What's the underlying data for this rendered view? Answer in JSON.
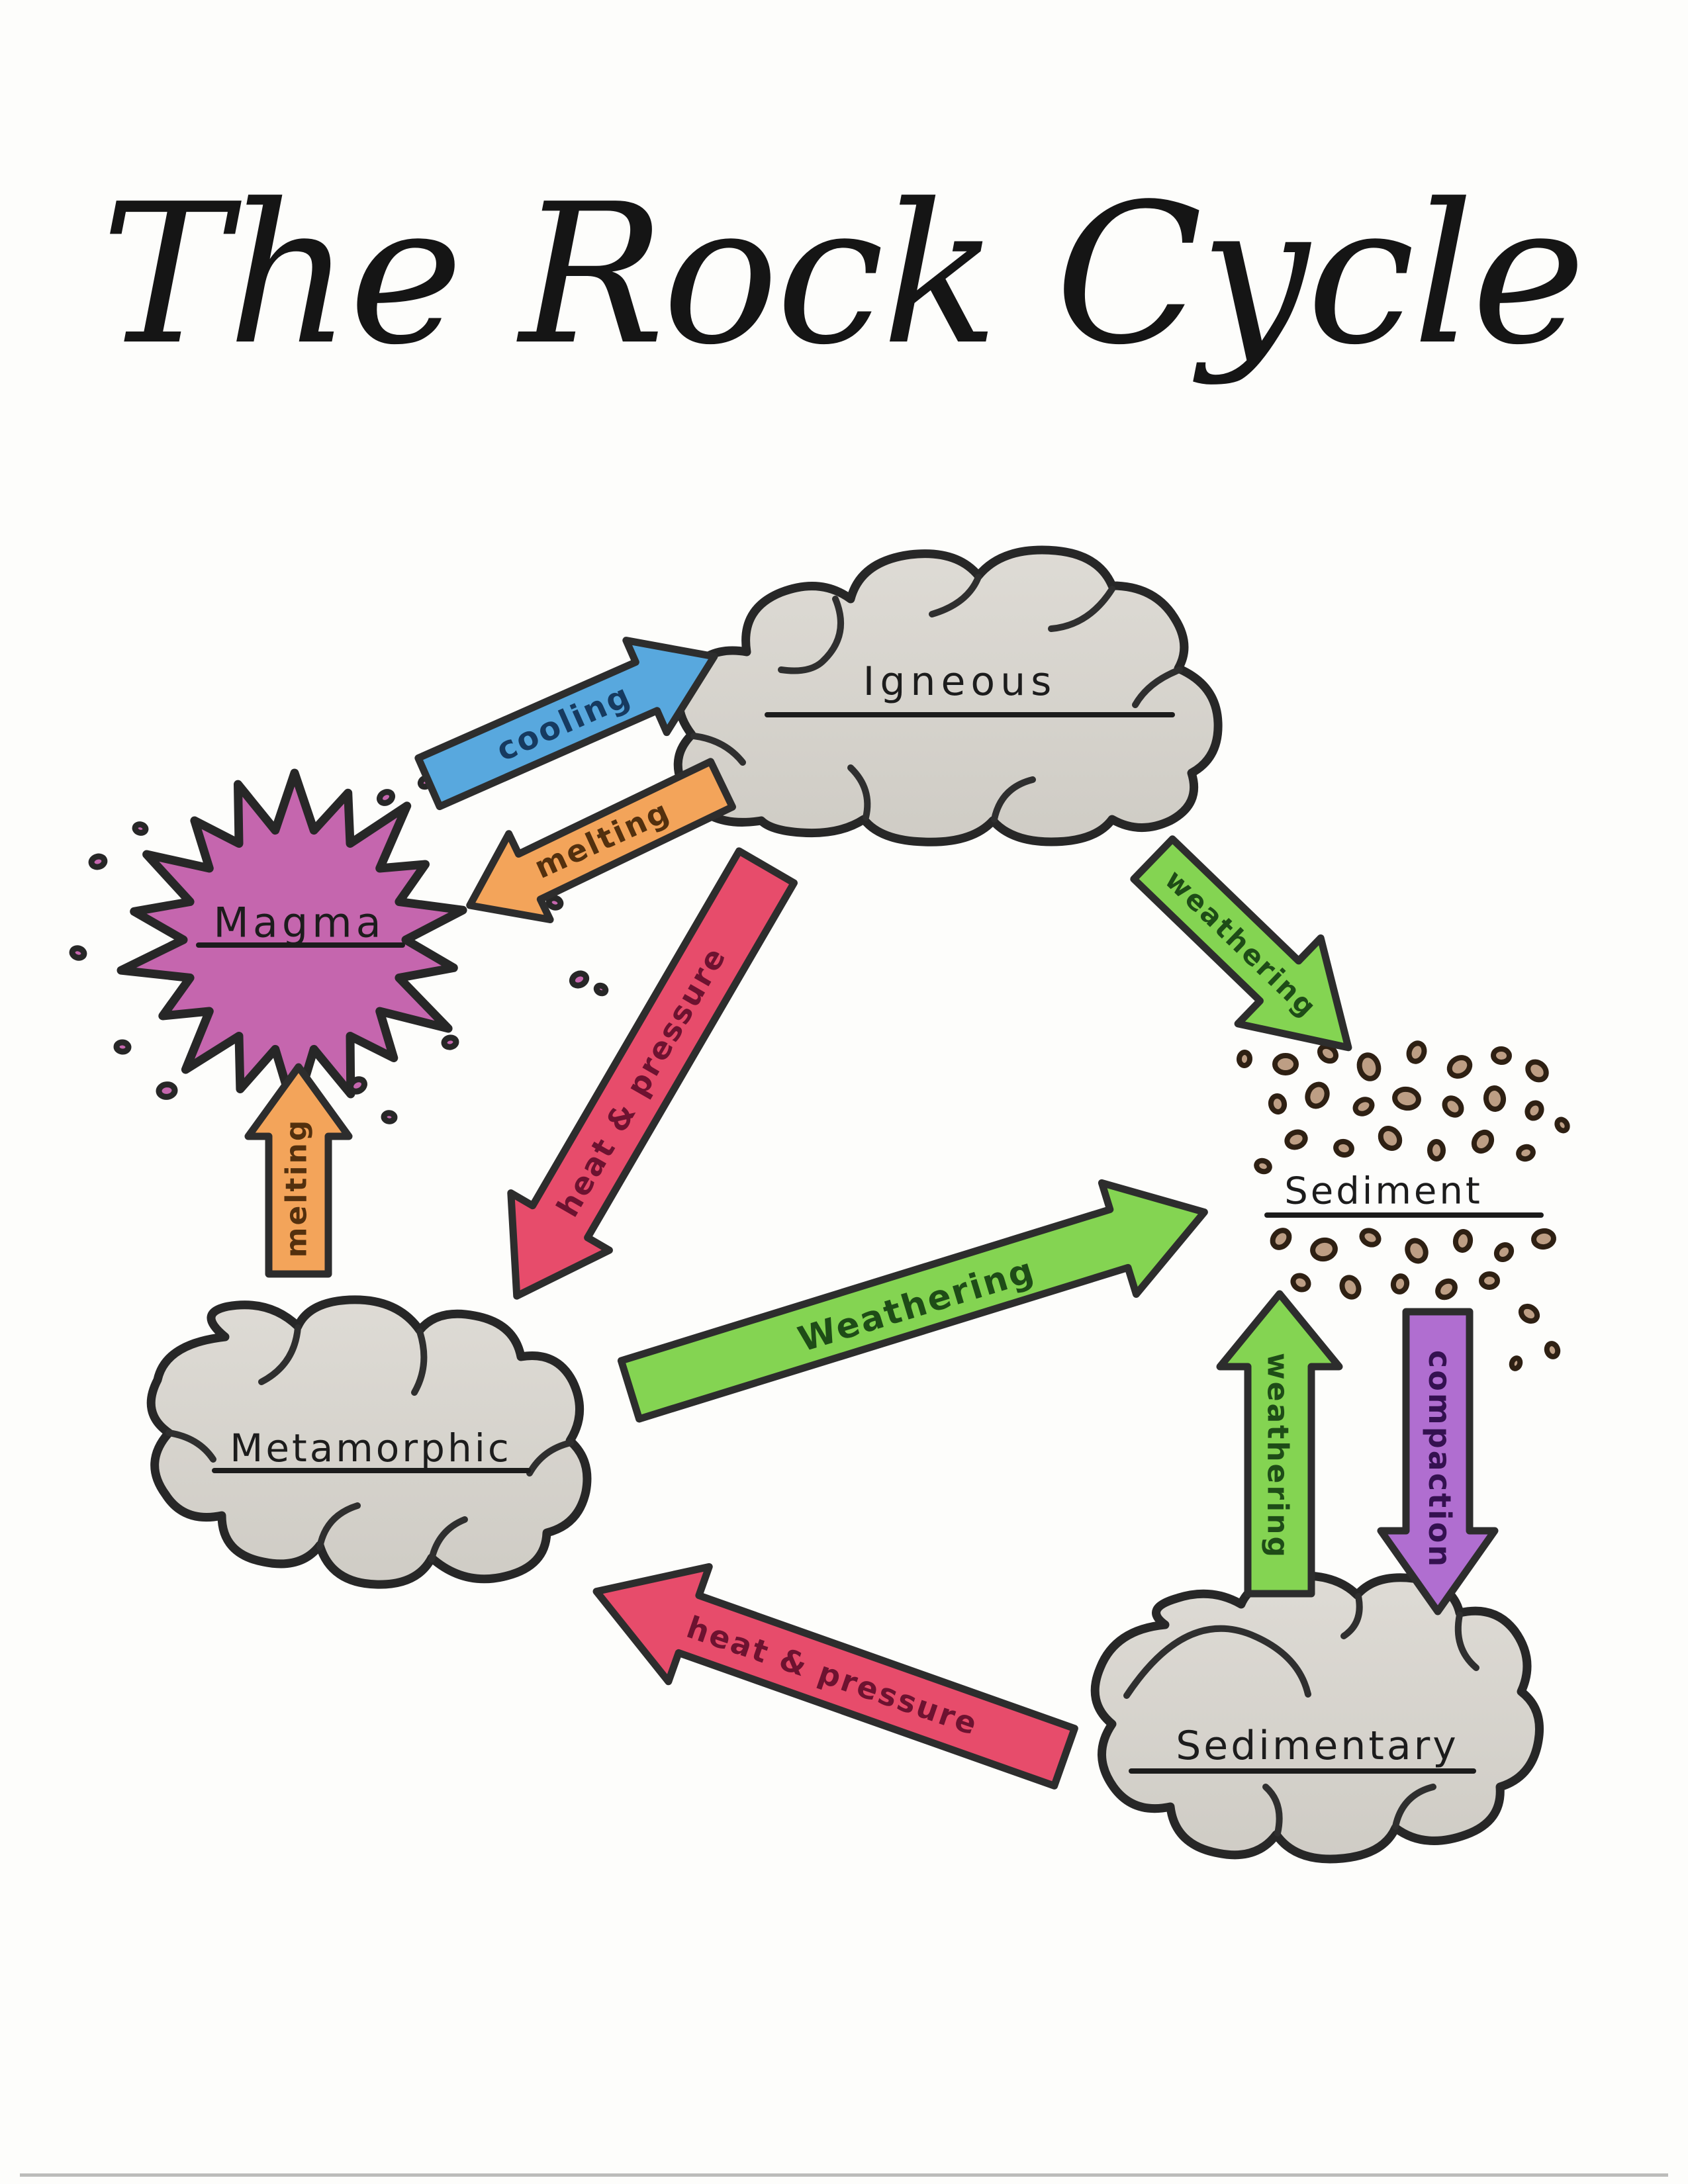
{
  "title": "The Rock Cycle",
  "nodes": {
    "igneous": {
      "label": "Igneous"
    },
    "magma": {
      "label": "Magma"
    },
    "sediment": {
      "label": "Sediment"
    },
    "metamorphic": {
      "label": "Metamorphic"
    },
    "sedimentary": {
      "label": "Sedimentary"
    }
  },
  "processes": {
    "cooling": {
      "label": "cooling",
      "from": "Magma",
      "to": "Igneous",
      "color": "#58a8de",
      "text_color": "#163a60"
    },
    "melting_from_igneous": {
      "label": "melting",
      "from": "Igneous",
      "to": "Magma",
      "color": "#f3a45a",
      "text_color": "#53300e"
    },
    "weathering_from_igneous": {
      "label": "weathering",
      "from": "Igneous",
      "to": "Sediment",
      "color": "#84d452",
      "text_color": "#1e4c17"
    },
    "heat_and_pressure_from_igneous": {
      "label": "heat & pressure",
      "from": "Igneous",
      "to": "Metamorphic",
      "color": "#e74c6b",
      "text_color": "#6d1230"
    },
    "melting_from_metamorphic": {
      "label": "melting",
      "from": "Metamorphic",
      "to": "Magma",
      "color": "#f3a45a",
      "text_color": "#53300e"
    },
    "weathering_from_metamorphic": {
      "label": "Weathering",
      "from": "Metamorphic",
      "to": "Sediment",
      "color": "#84d452",
      "text_color": "#1e4c17"
    },
    "weathering_from_sedimentary": {
      "label": "weathering",
      "from": "Sedimentary",
      "to": "Sediment",
      "color": "#84d452",
      "text_color": "#1e4c17"
    },
    "compaction": {
      "label": "compaction",
      "from": "Sediment",
      "to": "Sedimentary",
      "color": "#b06ed0",
      "text_color": "#341150"
    },
    "heat_and_pressure_from_sedimentary": {
      "label": "heat & pressure",
      "from": "Sedimentary",
      "to": "Metamorphic",
      "color": "#e74c6b",
      "text_color": "#6d1230"
    }
  },
  "palette": {
    "paper": "#fdfdfb",
    "ink": "#272727",
    "rock_fill_light": "#dedbd5",
    "rock_fill_dark": "#cfccc5",
    "magma_fill": "#c566ae",
    "pebble_fill": "#bd9e84",
    "pebble_outline": "#2e2013"
  }
}
